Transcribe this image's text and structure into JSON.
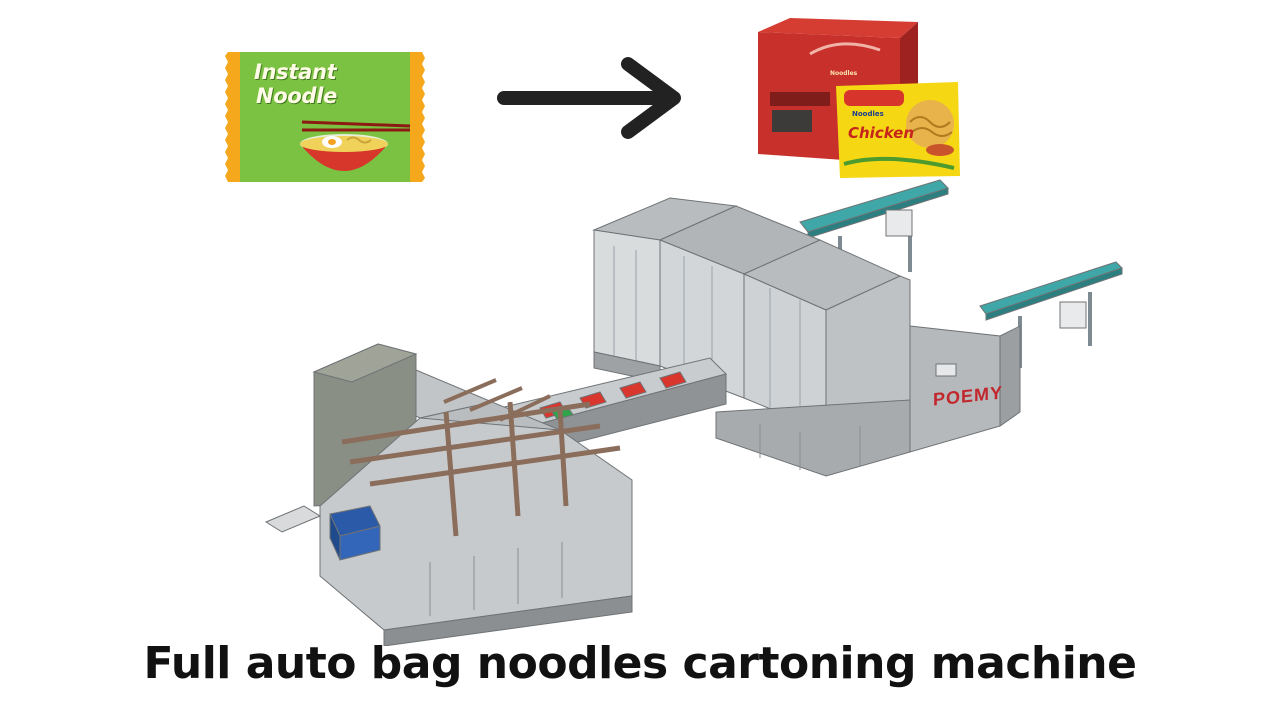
{
  "bag": {
    "line1": "Instant",
    "line2": "Noodle",
    "icon": "noodle-bag-icon"
  },
  "arrow_icon": "right-arrow-icon",
  "carton": {
    "pack_brand": "Noodles",
    "pack_flavor": "Chicken",
    "carton_text": "Noodles",
    "icon": "carton-box-icon"
  },
  "machine": {
    "brand": "POEMY",
    "icon": "cartoning-machine-illustration"
  },
  "caption": "Full auto bag noodles cartoning machine",
  "colors": {
    "bag_orange": "#f6a81c",
    "bag_green": "#7cc242",
    "carton_red": "#c8302b",
    "pack_yellow": "#f5d714",
    "machine_gray": "#a8abad",
    "conveyor_teal": "#3fa7a8",
    "brand_red": "#c1272d"
  }
}
